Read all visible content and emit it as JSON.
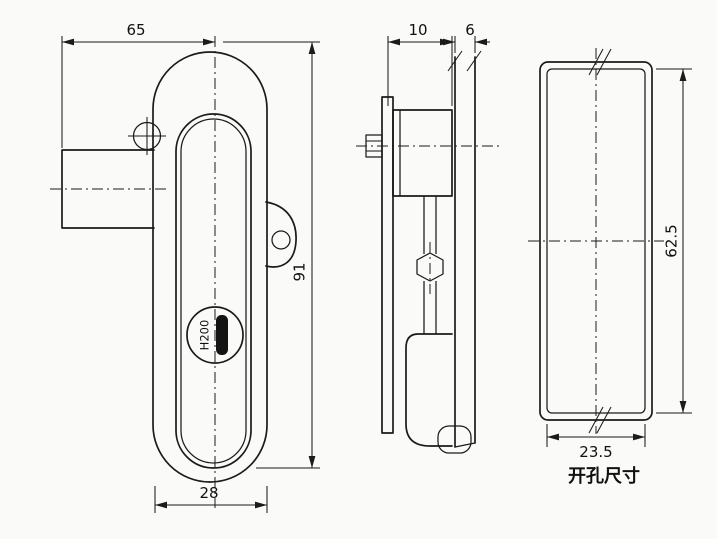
{
  "drawing": {
    "front": {
      "width": "65",
      "height": "91",
      "body_width": "28",
      "model": "H200"
    },
    "side": {
      "depth": "10",
      "panel_thickness": "6"
    },
    "cutout": {
      "height": "62.5",
      "width": "23.5",
      "caption": "开孔尺寸"
    }
  }
}
